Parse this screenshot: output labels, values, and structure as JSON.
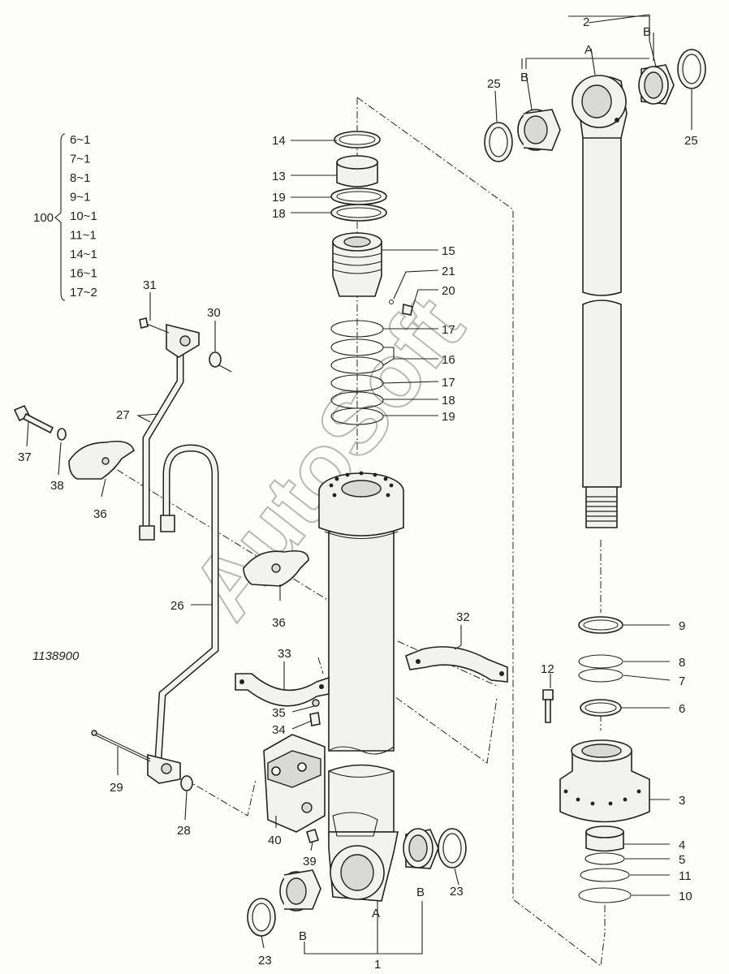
{
  "diagram_id": "1138900",
  "watermark": "AutoSoft",
  "kit": {
    "number": "100",
    "items": [
      "6~1",
      "7~1",
      "8~1",
      "9~1",
      "10~1",
      "11~1",
      "14~1",
      "16~1",
      "17~2"
    ]
  },
  "callouts": {
    "c1": "1",
    "c2": "2",
    "c3": "3",
    "c4": "4",
    "c5": "5",
    "c6": "6",
    "c7": "7",
    "c8": "8",
    "c9": "9",
    "c10": "10",
    "c11": "11",
    "c12": "12",
    "c13": "13",
    "c14": "14",
    "c15": "15",
    "c16": "16",
    "c17a": "17",
    "c17b": "17",
    "c18a": "18",
    "c18b": "18",
    "c19a": "19",
    "c19b": "19",
    "c20": "20",
    "c21": "21",
    "c23a": "23",
    "c23b": "23",
    "c25a": "25",
    "c25b": "25",
    "c26": "26",
    "c27": "27",
    "c28": "28",
    "c29": "29",
    "c30": "30",
    "c31": "31",
    "c32": "32",
    "c33": "33",
    "c34": "34",
    "c35": "35",
    "c36a": "36",
    "c36b": "36",
    "c37": "37",
    "c38": "38",
    "c39": "39",
    "c40": "40"
  },
  "letters": {
    "a_top": "A",
    "b_top_left": "B",
    "b_top_right": "B",
    "a_bottom": "A",
    "b_bottom_left": "B",
    "b_bottom_right": "B"
  }
}
